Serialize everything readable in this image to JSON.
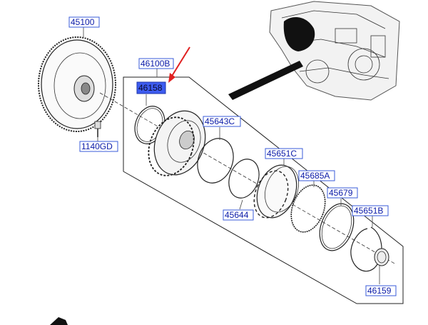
{
  "labels": {
    "torque_converter": "45100",
    "converter_housing_assy": "46100B",
    "o_ring_highlight": "46158",
    "bolt": "1140GD",
    "seal_ring_large": "45643C",
    "seal_ring_small": "45644",
    "clutch_drum": "45651C",
    "snap_ring_a": "45685A",
    "snap_ring_b": "45679",
    "retainer_ring": "45651B",
    "bushing": "46159"
  },
  "colors": {
    "label_text": "#0a1aa8",
    "label_border": "#3a5bd9",
    "highlight_fill": "#3d5cf0",
    "arrow": "#e02020"
  }
}
